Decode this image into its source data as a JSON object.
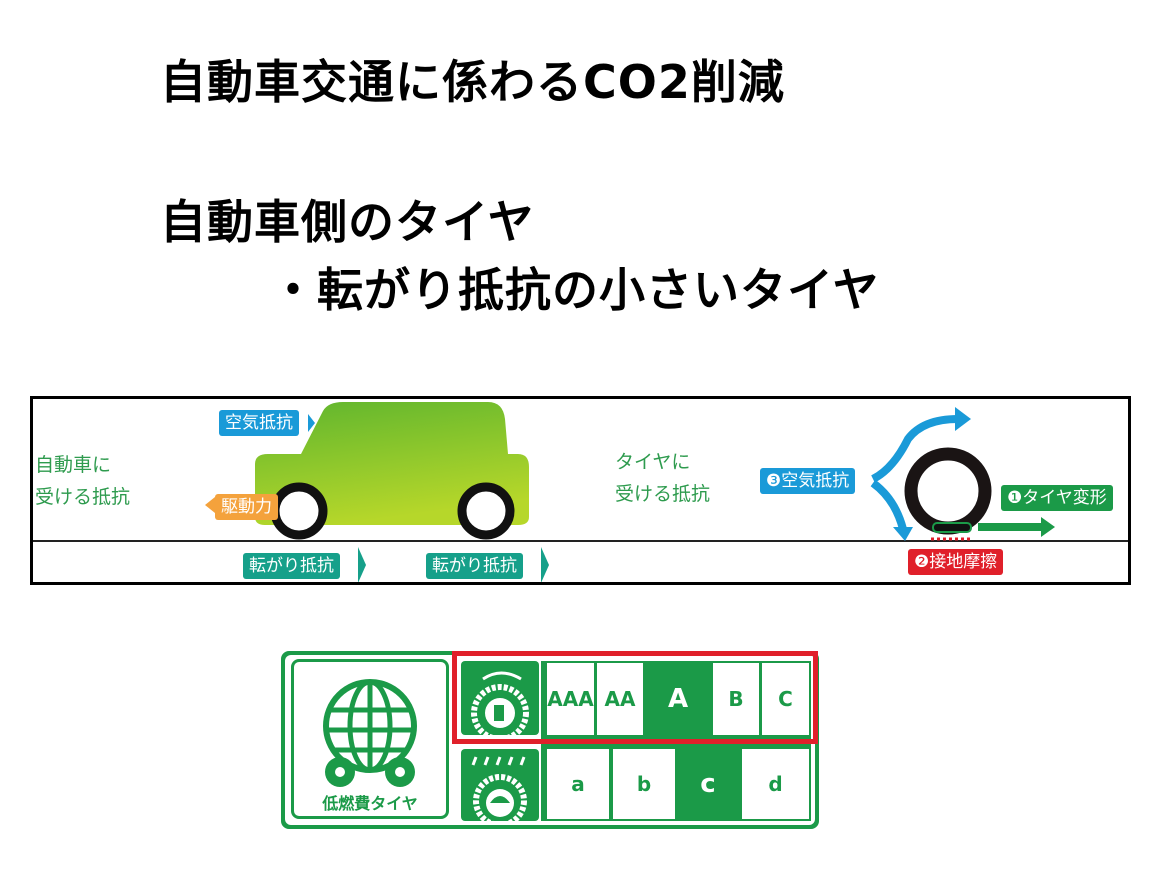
{
  "slide": {
    "title1": "自動車交通に係わるCO2削減",
    "title2": "自動車側のタイヤ",
    "bullet": "・転がり抵抗の小さいタイヤ"
  },
  "diagram": {
    "car_heading_line1": "自動車に",
    "car_heading_line2": "受ける抵抗",
    "air_resistance": "空気抵抗",
    "driving_force": "駆動力",
    "rolling_resistance_front": "転がり抵抗",
    "rolling_resistance_rear": "転がり抵抗",
    "tire_heading_line1": "タイヤに",
    "tire_heading_line2": "受ける抵抗",
    "tire_air": "❸空気抵抗",
    "tire_deform": "❶タイヤ変形",
    "tire_friction": "❷接地摩擦"
  },
  "label": {
    "name": "低燃費タイヤ",
    "rolling_grades": [
      "AAA",
      "AA",
      "A",
      "B",
      "C"
    ],
    "rolling_selected": "A",
    "wet_grades": [
      "a",
      "b",
      "c",
      "d"
    ],
    "wet_selected": "c",
    "colors": {
      "green": "#1b9a48",
      "highlight": "#e0202a"
    }
  }
}
